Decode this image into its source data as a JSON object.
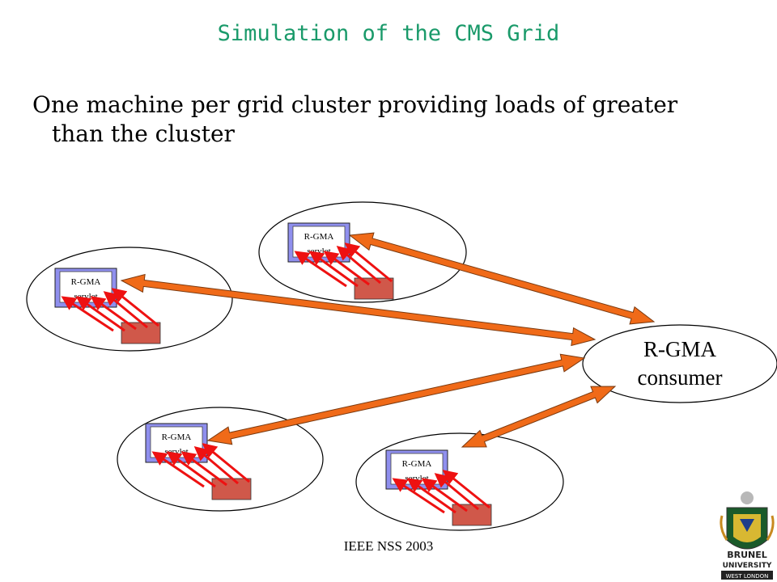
{
  "slide": {
    "title": "Simulation of the CMS Grid",
    "bullet_line1": "One machine per grid cluster providing loads of greater",
    "bullet_line2": "than the cluster",
    "footer": "IEEE NSS 2003"
  },
  "diagram": {
    "servlet_label_line1": "R-GMA",
    "servlet_label_line2": "servlet",
    "consumer_label_line1": "R-GMA",
    "consumer_label_line2": "consumer"
  },
  "logo": {
    "text_line1": "BRUNEL",
    "text_line2": "UNIVERSITY",
    "text_line3": "WEST LONDON"
  },
  "colors": {
    "title": "#1a9a6a",
    "servlet_fill": "#8f8fee",
    "producer_fill": "#d0584a",
    "arrow_red": "#ee1111",
    "arrow_orange": "#f06a18"
  }
}
